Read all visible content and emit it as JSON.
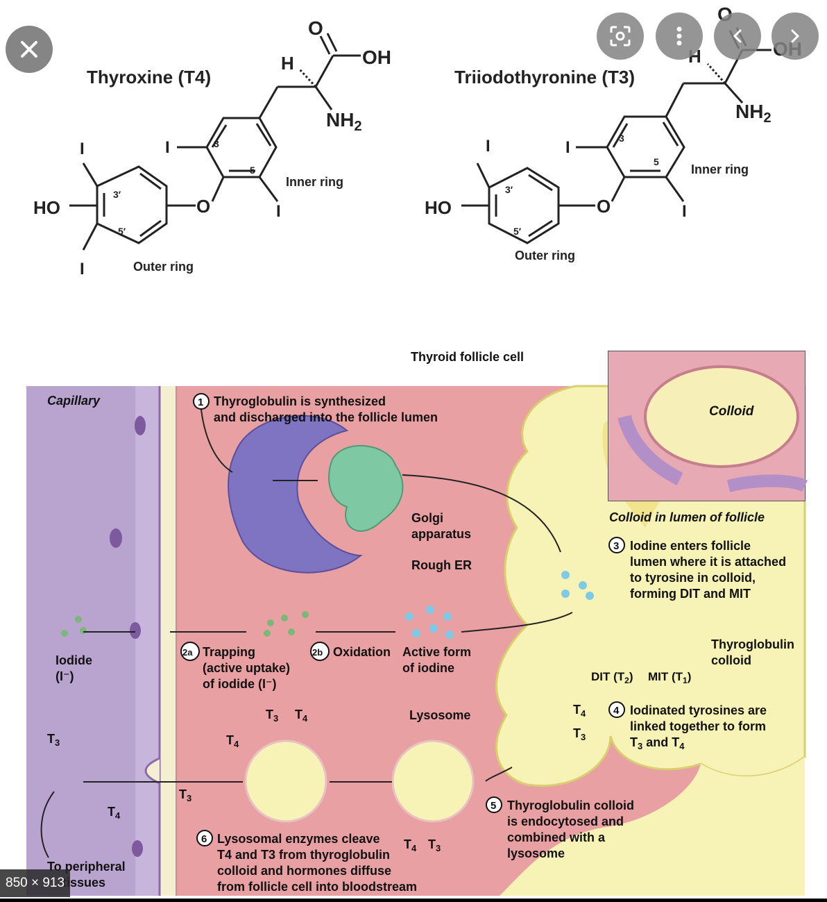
{
  "viewer": {
    "size_badge": "850 × 913",
    "controls": {
      "close_icon": "close-icon",
      "lens_icon": "lens-icon",
      "more_icon": "more-vertical-icon",
      "prev_icon": "chevron-left-icon",
      "next_icon": "chevron-right-icon"
    }
  },
  "structures": {
    "t4": {
      "title": "Thyroxine (T4)",
      "h": "H",
      "oh": "OH",
      "o_carbonyl": "O",
      "nh2_n": "NH",
      "nh2_sub": "2",
      "iodine": "I",
      "ho": "HO",
      "ether_o": "O",
      "pos3": "3",
      "pos5": "5",
      "pos3p": "3′",
      "pos5p": "5′",
      "inner_ring": "Inner ring",
      "outer_ring": "Outer ring"
    },
    "t3": {
      "title": "Triiodothyronine (T3)",
      "h": "H",
      "oh": "OH",
      "o_carbonyl": "O",
      "nh2_n": "NH",
      "nh2_sub": "2",
      "iodine": "I",
      "ho": "HO",
      "ether_o": "O",
      "pos3": "3",
      "pos5": "5",
      "pos3p": "3′",
      "pos5p": "5′",
      "inner_ring": "Inner ring",
      "outer_ring": "Outer ring"
    }
  },
  "diagram": {
    "thyroid_follicle_cell": "Thyroid follicle cell",
    "colloid": "Colloid",
    "colloid_in_lumen": "Colloid in lumen of follicle",
    "capillary": "Capillary",
    "iodide_label": "Iodide",
    "iodide_formula": "(I⁻)",
    "golgi_1": "Golgi",
    "golgi_2": "apparatus",
    "rough_er": "Rough ER",
    "lysosome": "Lysosome",
    "step1_num": "1",
    "step1_line1": "Thyroglobulin is synthesized",
    "step1_line2": "and discharged into the follicle lumen",
    "step2a_num": "2a",
    "step2a_line1": "Trapping",
    "step2a_line2": "(active uptake)",
    "step2a_line3": "of iodide (I⁻)",
    "step2b_num": "2b",
    "step2b_line1": "Oxidation",
    "active_form_1": "Active form",
    "active_form_2": "of iodine",
    "step3_num": "3",
    "step3_line1": "Iodine enters follicle",
    "step3_line2": "lumen where it is attached",
    "step3_line3": "to tyrosine in colloid,",
    "step3_line4": "forming DIT and MIT",
    "thyroglobulin_1": "Thyroglobulin",
    "thyroglobulin_2": "colloid",
    "dit_label": "DIT (T",
    "dit_sub": "2",
    "mit_label": "MIT (T",
    "mit_sub": "1",
    "close_paren": ")",
    "step4_num": "4",
    "step4_line1": "Iodinated tyrosines are",
    "step4_line2": "linked together to form",
    "step4_line3_a": "T",
    "step4_line3_b": "3",
    "step4_line3_c": " and T",
    "step4_line3_d": "4",
    "step5_num": "5",
    "step5_line1": "Thyroglobulin colloid",
    "step5_line2": "is endocytosed and",
    "step5_line3": "combined with a",
    "step5_line4": "lysosome",
    "step6_num": "6",
    "step6_line1": "Lysosomal enzymes cleave",
    "step6_line2": "T4 and T3 from thyroglobulin",
    "step6_line3": "colloid and hormones diffuse",
    "step6_line4": "from follicle cell into bloodstream",
    "to_peripheral_1": "To peripheral",
    "to_peripheral_2": "tissues",
    "t3_letter": "T",
    "t3_sub": "3",
    "t4_letter": "T",
    "t4_sub": "4"
  }
}
